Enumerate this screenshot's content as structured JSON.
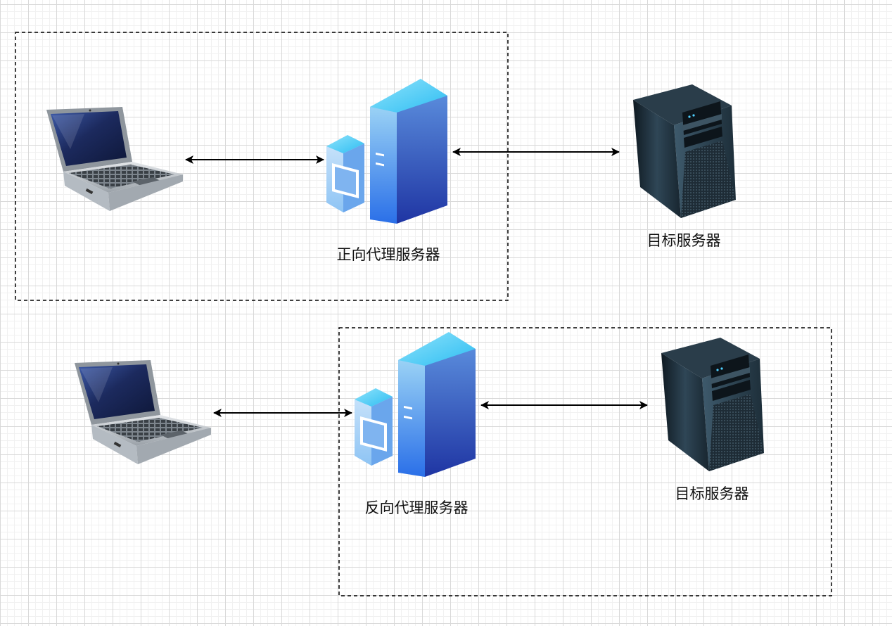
{
  "diagram": {
    "forward_group": {
      "proxy_label": "正向代理服务器",
      "target_label": "目标服务器"
    },
    "reverse_group": {
      "proxy_label": "反向代理服务器",
      "target_label": "目标服务器"
    },
    "icons": {
      "client": "laptop-icon",
      "proxy": "proxy-server-icon",
      "target": "tower-server-icon"
    },
    "colors": {
      "proxy_light": "#5fd3f7",
      "proxy_dark": "#1f3fae",
      "target_dark": "#1b2a35",
      "laptop_screen": "#1c2a5e",
      "laptop_body": "#c7ccd2",
      "arrow": "#000000",
      "group_border": "#000000"
    }
  }
}
